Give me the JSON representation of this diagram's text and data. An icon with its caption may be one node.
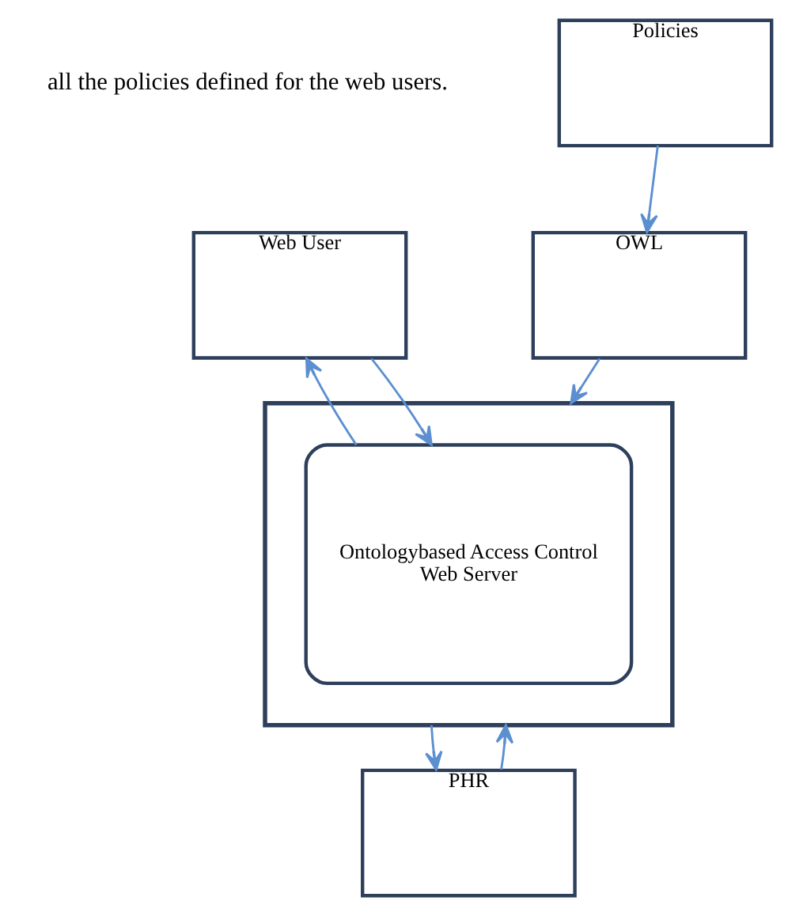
{
  "diagram": {
    "nodes": [
      {
        "text": [
          "Web User"
        ]
      },
      {
        "text": [
          "Policies"
        ]
      },
      {
        "text": [],
        "shape": "box"
      },
      {
        "text": [
          "Ontologybased Access Control",
          "Web Server"
        ],
        "in": 2
      },
      {
        "text": [
          "OWL"
        ]
      },
      {
        "text": [
          "PHR"
        ]
      }
    ],
    "edges": [
      {
        "from": 0,
        "to": 3,
        "arrow": "to"
      },
      {
        "from": 3,
        "to": 0,
        "arrow": "to"
      },
      {
        "from": 1,
        "to": 4,
        "arrow": "to"
      },
      {
        "from": 4,
        "to": 2,
        "arrow": "to"
      },
      {
        "from": 2,
        "to": 5,
        "arrow": "to"
      },
      {
        "from": 5,
        "to": 2,
        "arrow": "to"
      }
    ],
    "labels": [
      "all the policies defined for the web users."
    ]
  }
}
